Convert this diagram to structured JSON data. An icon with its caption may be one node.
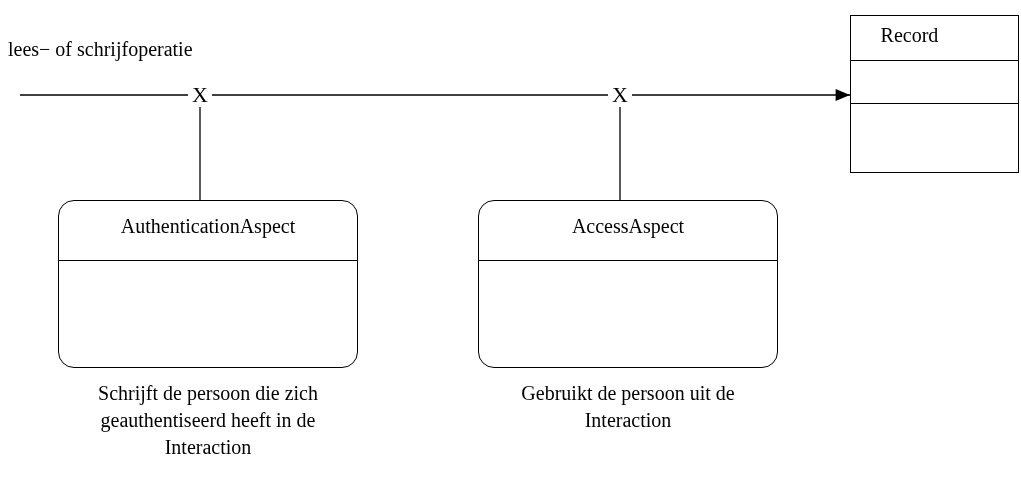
{
  "diagram": {
    "nodes": [
      {
        "text": [
          "X"
        ]
      },
      {
        "text": [
          "X"
        ]
      },
      {
        "text": [
          "Record"
        ]
      },
      {
        "text": [
          "AuthenticationAspect"
        ],
        "beside": [
          "Schrijft de persoon die zich geauthentiseerd heeft in de Interaction"
        ]
      },
      {
        "text": [
          "AccessAspect"
        ],
        "beside": [
          "Gebruikt de persoon uit de Interaction"
        ]
      }
    ],
    "edges": [
      {
        "from": null,
        "to": 0,
        "arrow": "none",
        "label": "lees− of schrijfoperatie"
      },
      {
        "from": 0,
        "to": 1,
        "arrow": "none"
      },
      {
        "from": 1,
        "to": 2,
        "arrow": "to"
      },
      {
        "from": 3,
        "to": 0,
        "arrow": "none"
      },
      {
        "from": 4,
        "to": 1,
        "arrow": "none"
      }
    ]
  }
}
